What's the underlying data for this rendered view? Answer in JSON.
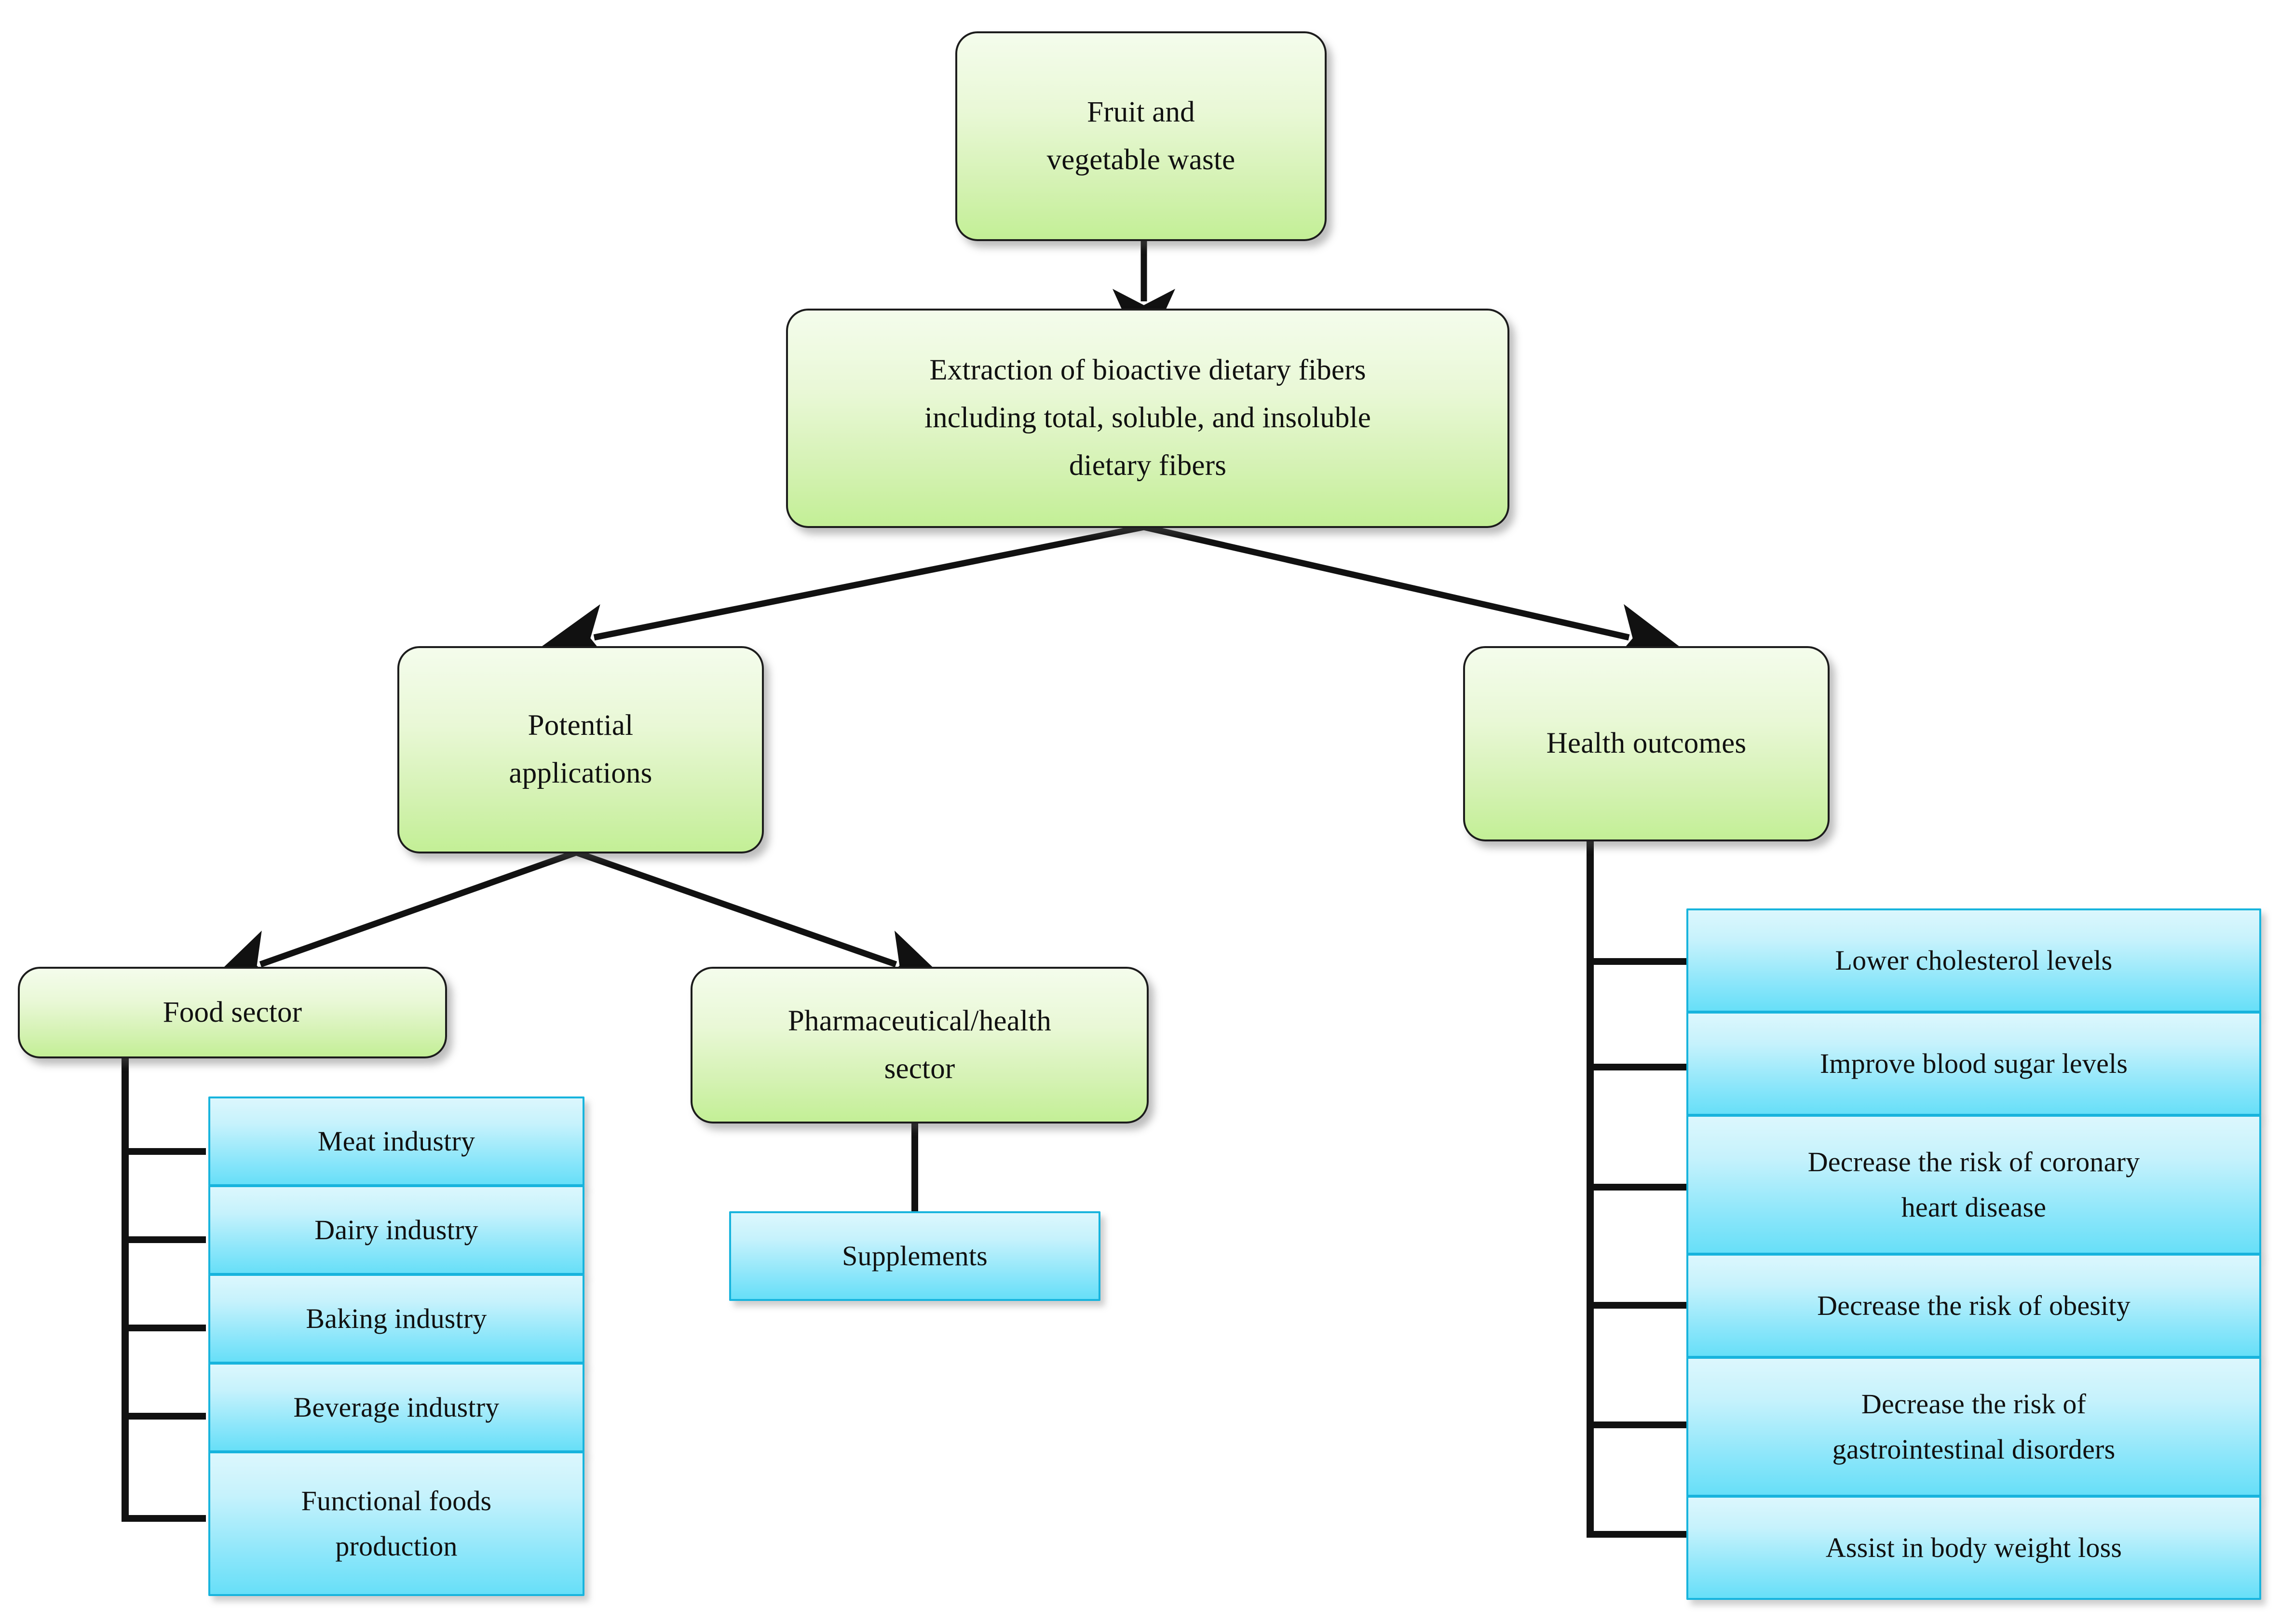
{
  "diagram": {
    "title": "Fruit and vegetable waste dietary fiber flowchart",
    "colors": {
      "green_fill_top": "#f4fcec",
      "green_fill_bottom": "#c3ef96",
      "green_border": "#1c1c1c",
      "blue_fill_top": "#dcf7fd",
      "blue_fill_bottom": "#67dff8",
      "blue_border": "#17b4dd",
      "connector": "#111111",
      "background": "#ffffff"
    },
    "nodes": {
      "root": "Fruit and\nvegetable waste",
      "extraction": "Extraction of bioactive dietary fibers including total, soluble,  and insoluble dietary fibers",
      "potential_applications": "Potential\napplications",
      "health_outcomes": "Health outcomes",
      "food_sector": "Food  sector",
      "pharma_sector": "Pharmaceutical/health sector",
      "supplements": "Supplements"
    },
    "root_lines": [
      "Fruit and",
      "vegetable waste"
    ],
    "extraction_lines": [
      "Extraction of bioactive dietary fibers",
      "including total, soluble,  and insoluble",
      "dietary fibers"
    ],
    "potential_lines": [
      "Potential",
      "applications"
    ],
    "pharma_lines": [
      "Pharmaceutical/health",
      "sector"
    ],
    "food_sector_children": [
      "Meat industry",
      "Dairy industry",
      "Baking industry",
      "Beverage  industry",
      "Functional foods production"
    ],
    "food_sector_children_lines": [
      [
        "Meat industry"
      ],
      [
        "Dairy industry"
      ],
      [
        "Baking industry"
      ],
      [
        "Beverage  industry"
      ],
      [
        "Functional foods",
        "production"
      ]
    ],
    "pharma_children": [
      "Supplements"
    ],
    "health_outcomes_children": [
      "Lower cholesterol levels",
      "Improve blood sugar levels",
      "Decrease the risk of coronary heart disease",
      "Decrease the risk of obesity",
      "Decrease the risk of gastrointestinal disorders",
      "Assist in body weight loss"
    ],
    "health_outcomes_children_lines": [
      [
        "Lower cholesterol levels"
      ],
      [
        "Improve blood sugar levels"
      ],
      [
        "Decrease the risk of coronary",
        "heart disease"
      ],
      [
        "Decrease the risk of obesity"
      ],
      [
        "Decrease the risk of",
        "gastrointestinal disorders"
      ],
      [
        "Assist in body weight loss"
      ]
    ],
    "edges": [
      {
        "from": "root",
        "to": "extraction",
        "type": "arrow-down"
      },
      {
        "from": "extraction",
        "to": "potential_applications",
        "type": "arrow-diagonal-left"
      },
      {
        "from": "extraction",
        "to": "health_outcomes",
        "type": "arrow-diagonal-right"
      },
      {
        "from": "potential_applications",
        "to": "food_sector",
        "type": "arrow-diagonal-left"
      },
      {
        "from": "potential_applications",
        "to": "pharma_sector",
        "type": "arrow-diagonal-right"
      },
      {
        "from": "food_sector",
        "to": "food_sector_children",
        "type": "bracket"
      },
      {
        "from": "pharma_sector",
        "to": "supplements",
        "type": "line-down"
      },
      {
        "from": "health_outcomes",
        "to": "health_outcomes_children",
        "type": "bracket"
      }
    ]
  }
}
